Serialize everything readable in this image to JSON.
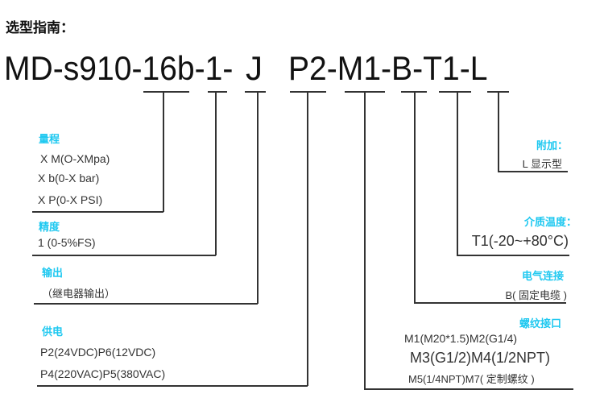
{
  "title": "选型指南：",
  "model_code": {
    "part1": "MD-s910-16b-1-",
    "part2": "J",
    "part3": "P2-M1-B-T1-L"
  },
  "range": {
    "label": "量程",
    "options": [
      "X M(O-XMpa)",
      "X b(0-X bar)",
      "X P(0-X PSI)"
    ]
  },
  "accuracy": {
    "label": "精度",
    "options": [
      "1 (0-5%FS)"
    ]
  },
  "output": {
    "label": "输出",
    "options": [
      "（继电器输出）"
    ]
  },
  "power": {
    "label": "供电",
    "options": [
      "P2(24VDC)P6(12VDC)",
      "P4(220VAC)P5(380VAC)"
    ]
  },
  "extra": {
    "label": "附加：",
    "options": [
      "L 显示型"
    ]
  },
  "medium_temp": {
    "label": "介质温度：",
    "options": [
      "T1(-20~+80°C)"
    ]
  },
  "electrical": {
    "label": "电气连接",
    "options": [
      "B( 固定电缆 )"
    ]
  },
  "thread": {
    "label": "螺纹接口",
    "options": [
      "M1(M20*1.5)M2(G1/4)",
      "M3(G1/2)M4(1/2NPT)",
      "M5(1/4NPT)M7( 定制螺纹 )"
    ]
  },
  "colors": {
    "accent": "#1ec8f0",
    "line": "#333333"
  }
}
